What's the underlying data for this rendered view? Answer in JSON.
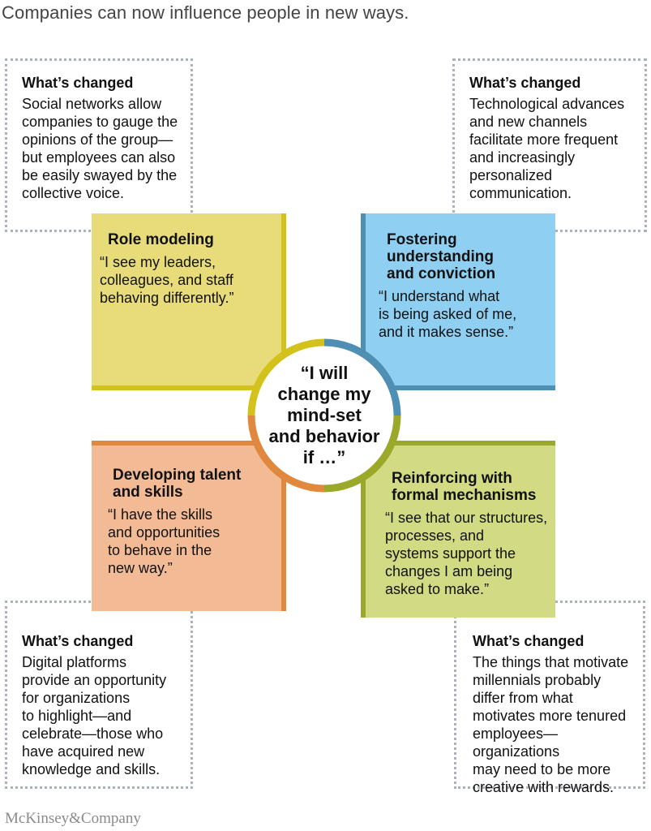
{
  "title": "Companies can now influence people in new ways.",
  "whats_changed": {
    "top_left": {
      "heading": "What’s changed",
      "text": "Social networks allow\ncompanies to gauge the\nopinions of the group—\nbut employees can also\nbe easily swayed by the\ncollective voice."
    },
    "top_right": {
      "heading": "What’s changed",
      "text": "Technological advances\nand new channels\nfacilitate more frequent\nand increasingly\npersonalized\ncommunication."
    },
    "bottom_left": {
      "heading": "What’s changed",
      "text": "Digital platforms\nprovide an opportunity\nfor organizations\nto highlight—and\ncelebrate—those who\nhave acquired new\nknowledge and skills."
    },
    "bottom_right": {
      "heading": "What’s changed",
      "text": "The things that motivate\nmillennials probably\ndiffer from what\nmotivates more tenured\nemployees—organizations\nmay need to be more\ncreative with rewards."
    }
  },
  "quadrants": {
    "role_modeling": {
      "heading": "Role modeling",
      "quote": "“I see my leaders,\ncolleagues, and staff\nbehaving differently.”",
      "fill": "#e8dc7a",
      "edge": "#d4c21c"
    },
    "fostering": {
      "heading": "Fostering\nunderstanding\nand conviction",
      "quote": "“I understand what\nis being asked of me,\nand it makes sense.”",
      "fill": "#8fd0f2",
      "edge": "#4f8fb3"
    },
    "developing": {
      "heading": "Developing talent\nand skills",
      "quote": "“I have the skills\nand opportunities\nto behave in the\nnew way.”",
      "fill": "#f2bb96",
      "edge": "#e0883e"
    },
    "reinforcing": {
      "heading": "Reinforcing with\nformal mechanisms",
      "quote": "“I see that our structures,\nprocesses, and\nsystems support the\nchanges I am being\nasked to make.”",
      "fill": "#d2da84",
      "edge": "#9aa92a"
    }
  },
  "center": {
    "text": "“I will\nchange my\nmind-set\nand behavior\nif …”"
  },
  "brand": "McKinsey&Company"
}
